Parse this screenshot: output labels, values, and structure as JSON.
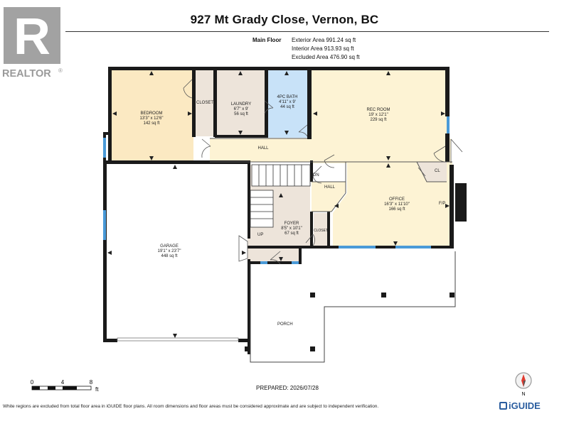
{
  "header": {
    "title": "927 Mt Grady Close, Vernon, BC",
    "floor": "Main Floor",
    "areas": [
      "Exterior Area 991.24 sq ft",
      "Interior Area 913.93 sq ft",
      "Excluded Area 476.90 sq ft"
    ]
  },
  "logo": {
    "text": "REALTOR",
    "mark": "R",
    "reg": "®",
    "color": "#9a9a9a"
  },
  "rooms": {
    "bedroom": {
      "name": "BEDROOM",
      "dims": "13'3\" x 12'6\"",
      "area": "142 sq ft",
      "color": "#fbe9c2"
    },
    "closet1": {
      "name": "CLOSET",
      "color": "#ede4da"
    },
    "laundry": {
      "name": "LAUNDRY",
      "dims": "6'7\" x 9'",
      "area": "56 sq ft",
      "color": "#ede4da"
    },
    "bath": {
      "name": "4PC BATH",
      "dims": "4'11\" x 9'",
      "area": "44 sq ft",
      "color": "#c8e2f8"
    },
    "rec": {
      "name": "REC ROOM",
      "dims": "19' x 12'1\"",
      "area": "229 sq ft",
      "color": "#fdf3d4"
    },
    "hall1": {
      "name": "HALL",
      "color": "#fdf3d4"
    },
    "hall2": {
      "name": "HALL",
      "color": "#fdf3d4"
    },
    "cl": {
      "name": "CL",
      "color": "#ede4da"
    },
    "office": {
      "name": "OFFICE",
      "dims": "16'3\" x 11'10\"",
      "area": "166 sq ft",
      "color": "#fdf3d4"
    },
    "fp": {
      "name": "F/P"
    },
    "foyer": {
      "name": "FOYER",
      "dims": "8'5\" x 10'1\"",
      "area": "67 sq ft",
      "color": "#ede4da"
    },
    "closet2": {
      "name": "CLOSET",
      "color": "#ede4da"
    },
    "garage": {
      "name": "GARAGE",
      "dims": "19'1\" x 23'7\"",
      "area": "448 sq ft"
    },
    "porch": {
      "name": "PORCH"
    },
    "stairs_dn": "DN",
    "stairs_up": "UP"
  },
  "scale": {
    "ticks": [
      "0",
      "4",
      "8"
    ],
    "unit": "ft"
  },
  "prepared": "PREPARED: 2026/07/28",
  "compass": {
    "letter": "N"
  },
  "disclaimer": "White regions are excluded from total floor area in iGUIDE floor plans. All room dimensions and floor areas must be considered approximate and are subject to independent verification.",
  "brand": {
    "name": "iGUIDE",
    "color": "#2a5d9f"
  },
  "colors": {
    "wall": "#1a1a1a",
    "window": "#4a9ad8"
  }
}
